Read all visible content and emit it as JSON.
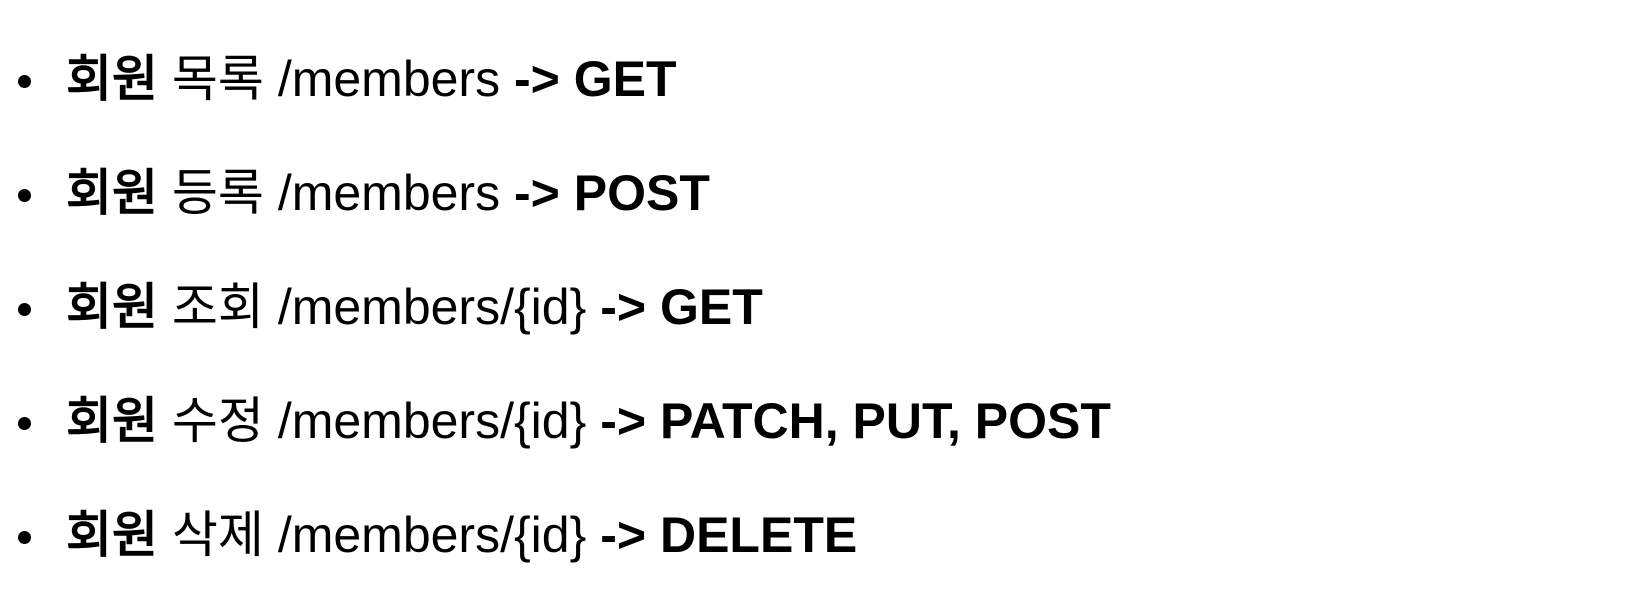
{
  "items": [
    {
      "subject": "회원",
      "action": "목록",
      "path": "/members",
      "arrow": "->",
      "methods": "GET"
    },
    {
      "subject": "회원",
      "action": "등록",
      "path": "/members",
      "arrow": "->",
      "methods": "POST"
    },
    {
      "subject": "회원",
      "action": "조회",
      "path": "/members/{id}",
      "arrow": "->",
      "methods": "GET"
    },
    {
      "subject": "회원",
      "action": "수정",
      "path": "/members/{id}",
      "arrow": "->",
      "methods": "PATCH, PUT, POST"
    },
    {
      "subject": "회원",
      "action": "삭제",
      "path": "/members/{id}",
      "arrow": "->",
      "methods": "DELETE"
    }
  ]
}
